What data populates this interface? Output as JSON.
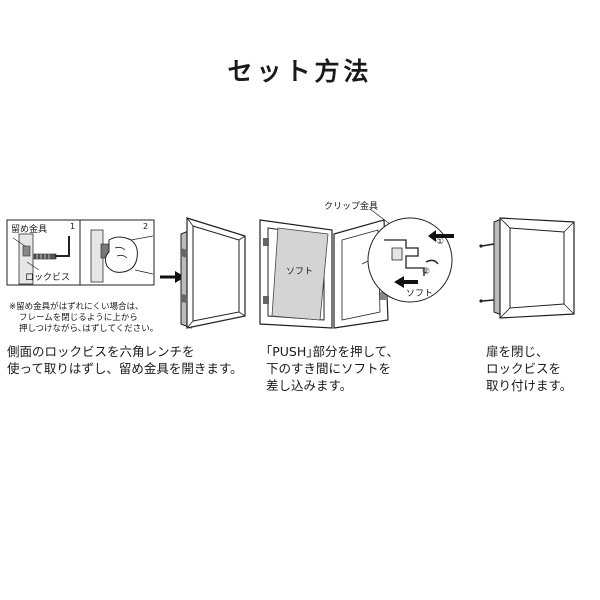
{
  "title": "セット方法",
  "step1": {
    "label_bracket": "留め金具",
    "label_screw": "ロックビス",
    "num1": "1",
    "num2": "2",
    "note_lines": [
      "※留め金具がはずれにくい場合は、",
      "フレームを閉じるように上から",
      "押しつけながら､はずしてください。"
    ],
    "caption_lines": [
      "側面のロックビスを六角レンチを",
      "使って取りはずし、留め金具を開きます。"
    ]
  },
  "step2": {
    "label_clip": "クリップ金具",
    "label_soft": "ソフト",
    "label_soft_zoom": "ソフト",
    "num1": "①",
    "num2": "②",
    "caption_lines": [
      "｢PUSH｣部分を押して、",
      "下のすき間にソフトを",
      "差し込みます。"
    ]
  },
  "step3": {
    "caption_lines": [
      "扉を閉じ、",
      "ロックビスを",
      "取り付けます。"
    ]
  }
}
